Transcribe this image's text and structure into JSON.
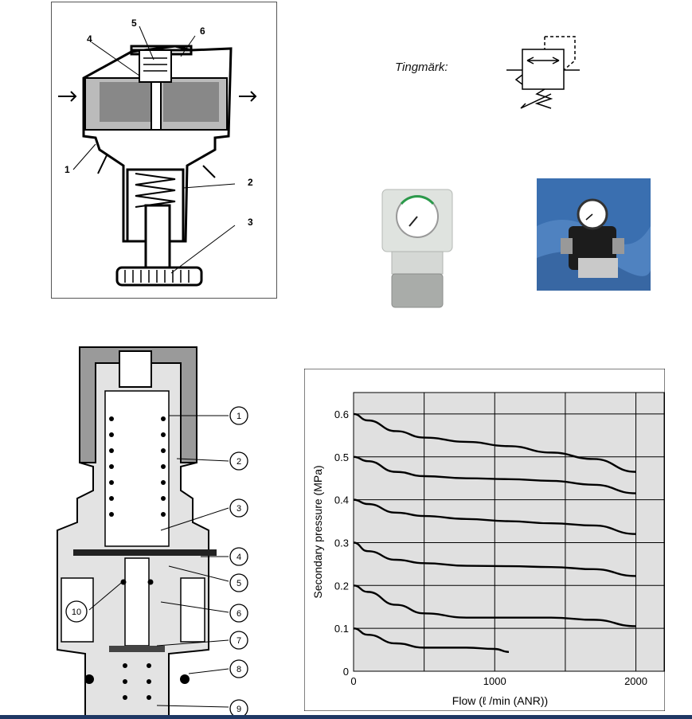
{
  "symbol": {
    "label": "Tingmärk:"
  },
  "diagram1": {
    "labels": [
      "1",
      "2",
      "3",
      "4",
      "5",
      "6"
    ]
  },
  "diagram2": {
    "labels": [
      "1",
      "2",
      "3",
      "4",
      "5",
      "6",
      "7",
      "8",
      "9",
      "10"
    ]
  },
  "colors": {
    "chart_bg": "#e0e0e0",
    "bottom_bar": "#1f3864",
    "photo2_bg": "#3a6fb0"
  },
  "chart_data": {
    "type": "line",
    "xlabel": "Flow (ℓ /min (ANR))",
    "ylabel": "Secondary pressure (MPa)",
    "xlim": [
      0,
      2200
    ],
    "ylim": [
      0,
      0.65
    ],
    "xticks": [
      0,
      1000,
      2000
    ],
    "yticks": [
      0,
      0.1,
      0.2,
      0.3,
      0.4,
      0.5,
      0.6
    ],
    "ytick_labels": [
      "0",
      "0.1",
      "0.2",
      "0.3",
      "0.4",
      "0.5",
      "0.6"
    ],
    "grid_x": [
      0,
      500,
      1000,
      1500,
      2000
    ],
    "grid_y": [
      0.1,
      0.2,
      0.3,
      0.4,
      0.5,
      0.6
    ],
    "grid": true,
    "series": [
      {
        "x": [
          0,
          100,
          300,
          500,
          800,
          1100,
          1400,
          1700,
          2000
        ],
        "values": [
          0.6,
          0.585,
          0.56,
          0.545,
          0.535,
          0.525,
          0.51,
          0.495,
          0.465
        ]
      },
      {
        "x": [
          0,
          100,
          300,
          500,
          800,
          1100,
          1400,
          1700,
          2000
        ],
        "values": [
          0.5,
          0.49,
          0.465,
          0.455,
          0.45,
          0.448,
          0.444,
          0.435,
          0.415
        ]
      },
      {
        "x": [
          0,
          100,
          300,
          500,
          800,
          1100,
          1400,
          1700,
          2000
        ],
        "values": [
          0.4,
          0.39,
          0.37,
          0.362,
          0.355,
          0.35,
          0.345,
          0.34,
          0.32
        ]
      },
      {
        "x": [
          0,
          100,
          300,
          500,
          800,
          1100,
          1400,
          1700,
          2000
        ],
        "values": [
          0.3,
          0.28,
          0.26,
          0.252,
          0.246,
          0.245,
          0.243,
          0.238,
          0.222
        ]
      },
      {
        "x": [
          0,
          100,
          300,
          500,
          800,
          1100,
          1400,
          1700,
          2000
        ],
        "values": [
          0.2,
          0.185,
          0.155,
          0.135,
          0.125,
          0.125,
          0.125,
          0.12,
          0.105
        ]
      },
      {
        "x": [
          0,
          100,
          300,
          500,
          800,
          1000,
          1100
        ],
        "values": [
          0.1,
          0.085,
          0.065,
          0.055,
          0.055,
          0.052,
          0.045
        ]
      }
    ]
  }
}
